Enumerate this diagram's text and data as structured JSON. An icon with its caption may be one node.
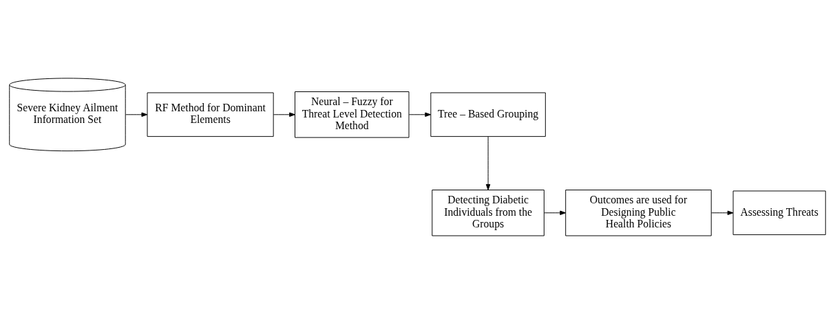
{
  "diagram": {
    "nodes": [
      {
        "text": [
          "Severe Kidney Ailment Information Set"
        ]
      },
      {
        "text": [
          "RF Method for Dominant Elements"
        ]
      },
      {
        "text": [
          "Neural – Fuzzy for Threat Level Detection Method"
        ]
      },
      {
        "text": [
          "Tree – Based Grouping"
        ]
      },
      {
        "text": [
          "Detecting Diabetic Individuals from the Groups"
        ]
      },
      {
        "text": [
          "Outcomes are used for Designing Public Health Policies"
        ]
      },
      {
        "text": [
          "Assessing Threats"
        ]
      }
    ],
    "edges": [
      {
        "from": 0,
        "to": 1,
        "arrow": "to"
      },
      {
        "from": 1,
        "to": 2,
        "arrow": "to"
      },
      {
        "from": 2,
        "to": 3,
        "arrow": "to"
      },
      {
        "from": 3,
        "to": 4,
        "arrow": "to"
      },
      {
        "from": 4,
        "to": 5,
        "arrow": "to"
      },
      {
        "from": 5,
        "to": 6,
        "arrow": "to"
      }
    ]
  }
}
